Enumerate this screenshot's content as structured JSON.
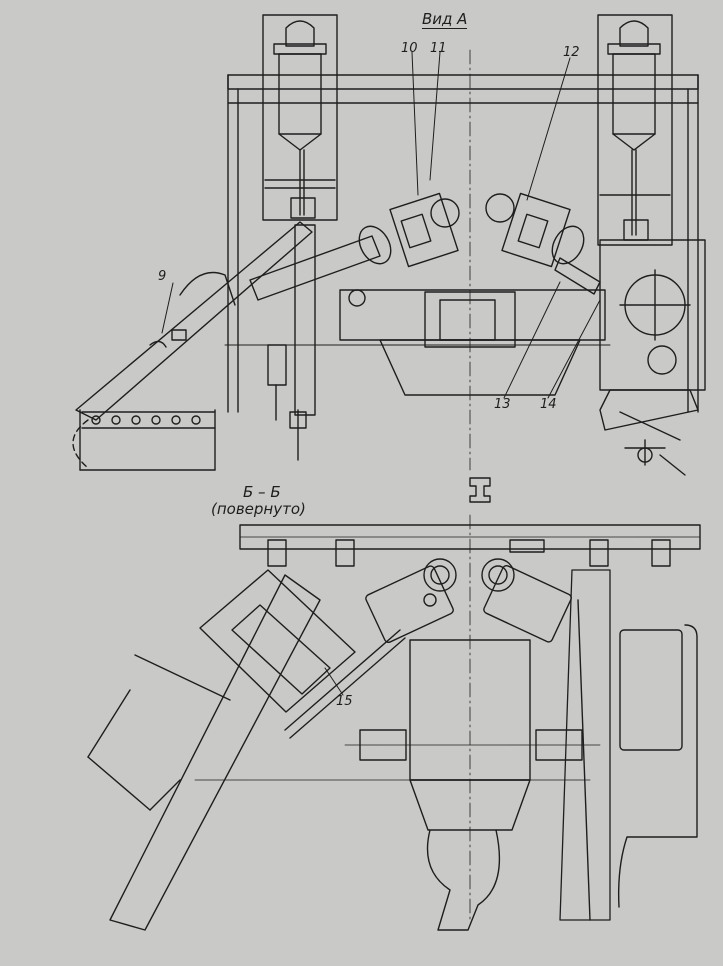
{
  "view_a": {
    "title": "Вид А"
  },
  "section_bb": {
    "title": "Б – Б",
    "subtitle": "(повернуто)"
  },
  "callouts": {
    "n9": "9",
    "n10": "10",
    "n11": "11",
    "n12": "12",
    "n13": "13",
    "n14": "14",
    "n15": "15"
  },
  "colors": {
    "paper": "#c9c9c7",
    "ink": "#1e1e1e"
  }
}
